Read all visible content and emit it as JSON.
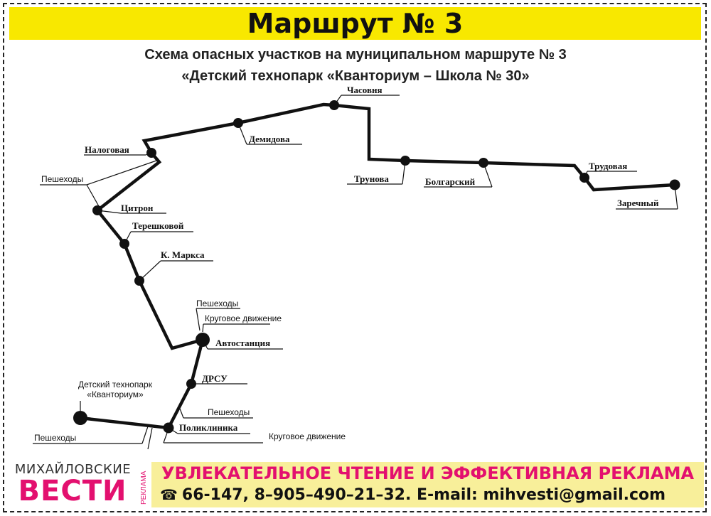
{
  "header": {
    "title": "Маршрут № 3",
    "subtitle_line1": "Схема опасных участков на муниципальном маршруте № 3",
    "subtitle_line2": "«Детский технопарк «Кванториум – Школа № 30»"
  },
  "stops": {
    "chasovnya": "Часовня",
    "demidova": "Демидова",
    "nalogovaya": "Налоговая",
    "trunova": "Трунова",
    "bolgarsky": "Болгарский",
    "trudovaya": "Трудовая",
    "zarechny": "Заречный",
    "citron": "Цитрон",
    "tereshkovoy": "Терешковой",
    "k_marksa": "К. Маркса",
    "avtostanciya": "Автостанция",
    "drsu": "ДРСУ",
    "poliklinika": "Поликлиника",
    "kvantorium_line1": "Детский технопарк",
    "kvantorium_line2": "«Кванториум»"
  },
  "notes": {
    "pedestrians": "Пешеходы",
    "roundabout": "Круговое движение"
  },
  "footer": {
    "brand_top": "МИХАЙЛОВСКИЕ",
    "brand_main": "ВЕСТИ",
    "brand_side": "РЕКЛАМА",
    "slogan": "УВЛЕКАТЕЛЬНОЕ ЧТЕНИЕ И ЭФФЕКТИВНАЯ РЕКЛАМА",
    "contacts": "66-147, 8–905–490–21–32. E-mail: mihvesti@gmail.com",
    "phone_icon": "telephone-icon"
  },
  "colors": {
    "title_bg": "#f8e800",
    "brand": "#e3106f",
    "promo_bg": "#f8ef9a"
  }
}
